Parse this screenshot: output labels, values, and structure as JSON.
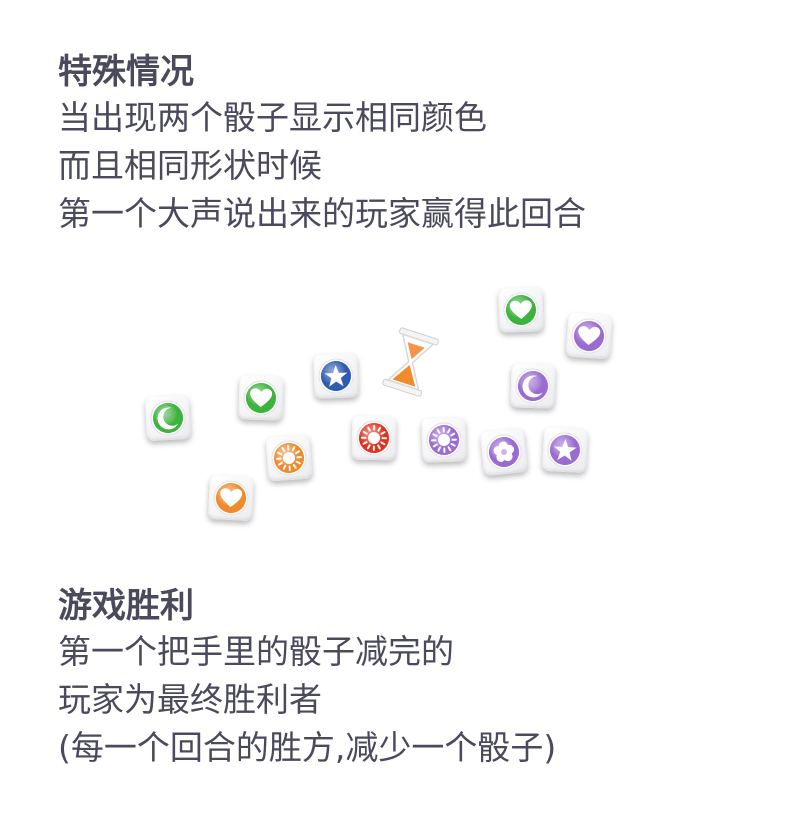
{
  "special": {
    "title": "特殊情况",
    "lines": [
      "当出现两个骰子显示相同颜色",
      "而且相同形状时候",
      "第一个大声说出来的玩家赢得此回合"
    ]
  },
  "victory": {
    "title": "游戏胜利",
    "lines": [
      "第一个把手里的骰子减完的",
      "玩家为最终胜利者",
      "(每一个回合的胜方,减少一个骰子)"
    ]
  },
  "colors": {
    "green": "#3db33d",
    "purple": "#9a6bd0",
    "orange": "#f08a2c",
    "red": "#e0331f",
    "blue": "#2f5bb0",
    "text": "#4a4a5c"
  },
  "dice": [
    {
      "color": "green",
      "symbol": "moon-icon"
    },
    {
      "color": "green",
      "symbol": "heart-icon"
    },
    {
      "color": "orange",
      "symbol": "sun-icon"
    },
    {
      "color": "orange",
      "symbol": "heart-icon"
    },
    {
      "color": "blue",
      "symbol": "star-icon"
    },
    {
      "color": "red",
      "symbol": "sun-icon"
    },
    {
      "color": "purple",
      "symbol": "sun-icon"
    },
    {
      "color": "purple",
      "symbol": "flower-icon"
    },
    {
      "color": "purple",
      "symbol": "moon-icon"
    },
    {
      "color": "purple",
      "symbol": "star-icon"
    },
    {
      "color": "green",
      "symbol": "heart-icon"
    },
    {
      "color": "purple",
      "symbol": "heart-icon"
    }
  ],
  "timer": {
    "symbol": "hourglass-icon",
    "color": "orange"
  }
}
